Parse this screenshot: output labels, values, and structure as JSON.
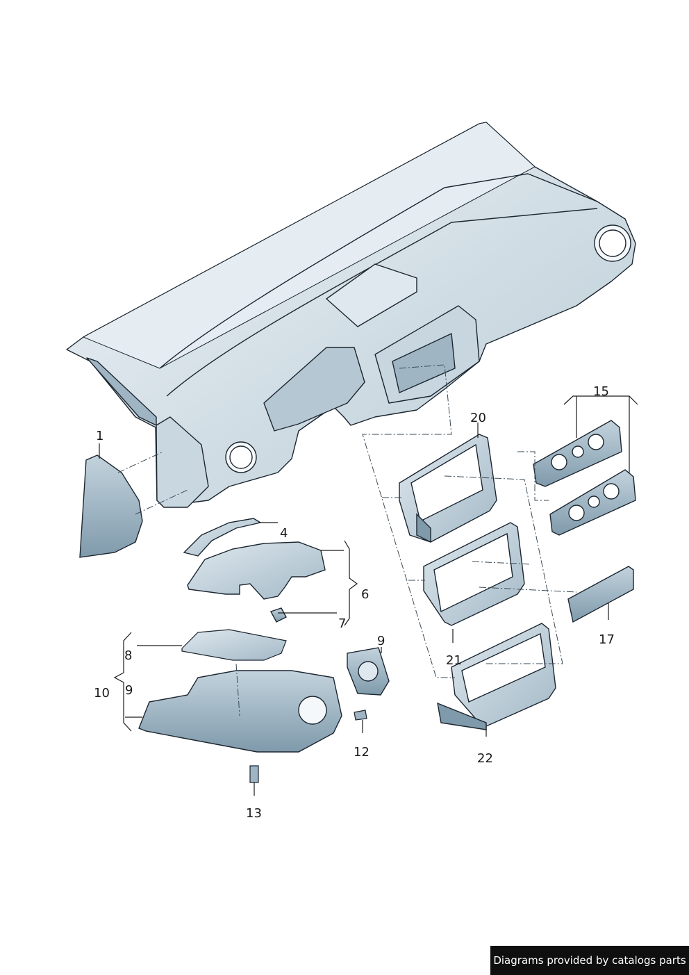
{
  "callouts": {
    "c1": "1",
    "c4": "4",
    "c6": "6",
    "c7": "7",
    "c8": "8",
    "c9a": "9",
    "c9b": "9",
    "c10": "10",
    "c12": "12",
    "c13": "13",
    "c15": "15",
    "c17": "17",
    "c20": "20",
    "c21": "21",
    "c22": "22"
  },
  "credit": "Diagrams provided by catalogs parts",
  "colors": {
    "part_fill_light": "#dce6ec",
    "part_fill_mid": "#b7c9d4",
    "part_fill_dark": "#8ea8b8",
    "outline": "#1c2630",
    "credit_bg": "#0f0f0f"
  }
}
